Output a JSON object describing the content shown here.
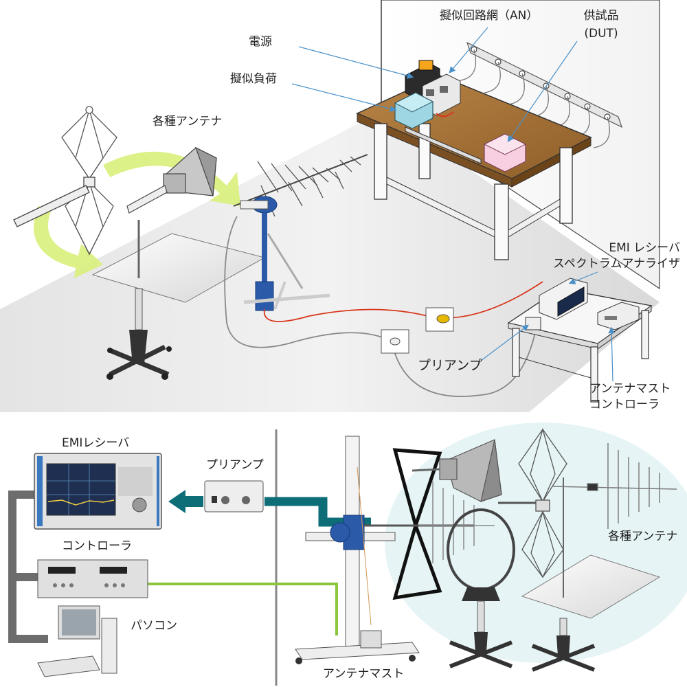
{
  "labels": {
    "power": "電源",
    "an": "擬似回路網（AN）",
    "dut_line1": "供試品",
    "dut_line2": "(DUT)",
    "dummy_load": "擬似負荷",
    "antennas_top": "各種アンテナ",
    "emi_receiver_line1": "EMI レシーバ",
    "emi_receiver_line2": "スペクトラムアナライザ",
    "preamp_top": "プリアンプ",
    "mast_controller_line1": "アンテナマスト",
    "mast_controller_line2": "コントローラ",
    "emi_receiver_bottom": "EMIレシーバ",
    "preamp_bottom": "プリアンプ",
    "controller_bottom": "コントローラ",
    "pc": "パソコン",
    "antennas_bottom": "各種アンテナ",
    "antenna_mast": "アンテナマスト"
  },
  "colors": {
    "signal_cable": "#0d6e78",
    "control_cable_green": "#8cc63f",
    "gray_bus": "#6d6d6d",
    "red_cable": "#d9361b",
    "arrow_yellow_green": "#d8ef7a",
    "table_top": "#a8743a",
    "dummy_load": "#9fd6e3",
    "dut": "#f7cfe0",
    "floor": "#dcdcdc",
    "bottom_bg": "#e6f4f5",
    "mast_blue": "#2a5aa8"
  }
}
